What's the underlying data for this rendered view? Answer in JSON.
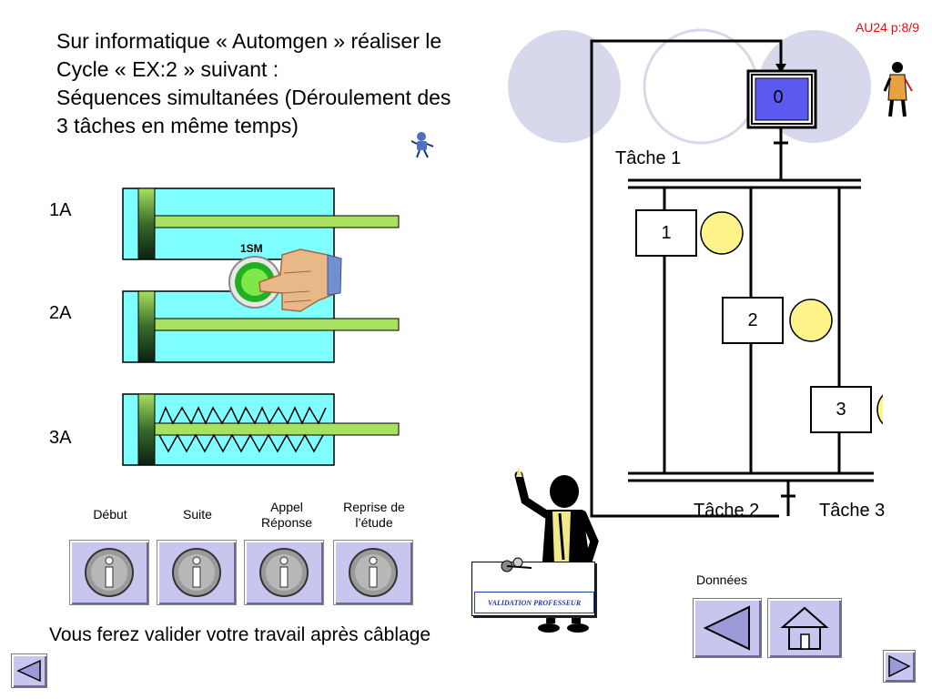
{
  "header": {
    "page_ref": "AU24 p:8/9",
    "instruction_lines": [
      "Sur informatique « Automgen » réaliser le",
      "Cycle « EX:2 » suivant :",
      "Séquences simultanées (Déroulement des",
      "3 tâches en même temps)"
    ]
  },
  "cylinders": [
    {
      "label": "1A"
    },
    {
      "label": "2A"
    },
    {
      "label": "3A"
    }
  ],
  "pushbutton": {
    "label": "1SM"
  },
  "buttons": [
    {
      "caption": "Début",
      "icon": "info-icon"
    },
    {
      "caption": "Suite",
      "icon": "info-icon"
    },
    {
      "caption": "Appel\nRéponse",
      "caption_l1": "Appel",
      "caption_l2": "Réponse",
      "icon": "info-icon"
    },
    {
      "caption_l1": "Reprise de",
      "caption_l2": "l’étude",
      "icon": "info-icon"
    }
  ],
  "grafcet": {
    "initial_step": "0",
    "steps": [
      "1",
      "2",
      "3"
    ],
    "task_labels": {
      "task1": "Tâche 1",
      "task2": "Tâche 2",
      "task3": "Tâche 3"
    }
  },
  "validation_card": {
    "text": "VALIDATION PROFESSEUR"
  },
  "footer": {
    "note": "Vous ferez valider votre travail après câblage"
  },
  "nav": {
    "donnees_label": "Données"
  },
  "colors": {
    "cylinder_body": "#7fffff",
    "rod": "#a8e060",
    "initial_step_fill": "#5a5af0",
    "action_circle": "#fff48a",
    "button_bg": "#c8c6ef",
    "decor_circle": "#d8d8ec",
    "page_ref": "#e01010"
  }
}
